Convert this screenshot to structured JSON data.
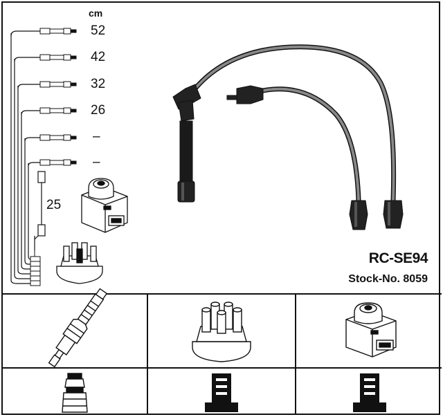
{
  "product": {
    "code": "RC-SE94",
    "stock_label": "Stock-No. 8059"
  },
  "lengths": {
    "unit": "cm",
    "values": [
      "52",
      "42",
      "32",
      "26",
      "–",
      "–"
    ],
    "coil_lead": "25"
  },
  "icons": {
    "row1": [
      "spark-plug-icon",
      "distributor-cap-icon",
      "ignition-coil-icon"
    ],
    "row2": [
      "plug-boot-icon",
      "cap-terminal-icon",
      "coil-terminal-icon"
    ]
  }
}
